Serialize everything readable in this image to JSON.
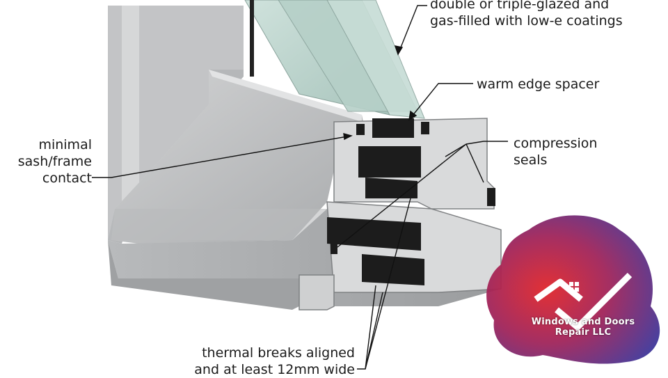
{
  "labels": {
    "glazing_line1": "double or triple-glazed and",
    "glazing_line2": "gas-filled with low-e coatings",
    "spacer": "warm edge spacer",
    "minimal_line1": "minimal",
    "minimal_line2": "sash/frame",
    "minimal_line3": "contact",
    "seals_line1": "compression",
    "seals_line2": "seals",
    "thermal_line1": "thermal breaks aligned",
    "thermal_line2": "and at least 12mm wide"
  },
  "logo": {
    "company": "Windows and Doors Repair LLC",
    "colors": [
      "#d8202a",
      "#6a2a7a",
      "#2a3aa0"
    ]
  },
  "colors": {
    "aluminum_light": "#c9cacb",
    "aluminum_mid": "#aeb0b2",
    "aluminum_dark": "#8e9092",
    "glass": "#bfd6cf",
    "thermal_break": "#1c1c1c",
    "leader": "#111111"
  }
}
